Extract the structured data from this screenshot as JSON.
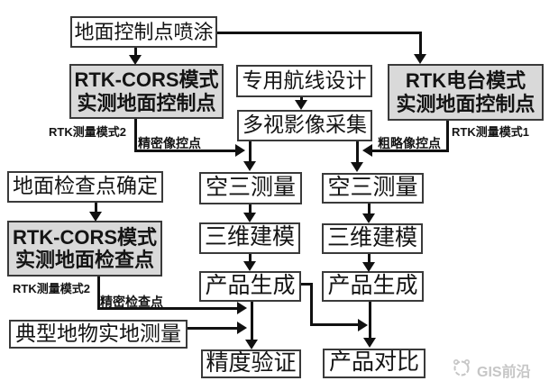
{
  "nodes": {
    "spray": {
      "label": "地面控制点喷涂"
    },
    "cors_ctrl": {
      "line1": "RTK-CORS模式",
      "line2": "实测地面控制点"
    },
    "route_design": {
      "label": "专用航线设计"
    },
    "radio_ctrl": {
      "line1": "RTK电台模式",
      "line2": "实测地面控制点"
    },
    "capture": {
      "label": "多视影像采集"
    },
    "check_det": {
      "label": "地面检查点确定"
    },
    "at_left": {
      "label": "空三测量"
    },
    "at_right": {
      "label": "空三测量"
    },
    "cors_check": {
      "line1": "RTK-CORS模式",
      "line2": "实测地面检查点"
    },
    "model_left": {
      "label": "三维建模"
    },
    "model_right": {
      "label": "三维建模"
    },
    "prod_left": {
      "label": "产品生成"
    },
    "prod_right": {
      "label": "产品生成"
    },
    "field_meas": {
      "label": "典型地物实地测量"
    },
    "accuracy": {
      "label": "精度验证"
    },
    "compare": {
      "label": "产品对比"
    }
  },
  "edge_labels": {
    "mode2_top": "RTK测量模式2",
    "precise_icp": "精密像控点",
    "mode1": "RTK测量模式1",
    "rough_icp": "粗略像控点",
    "mode2_bottom": "RTK测量模式2",
    "precise_chk": "精密检查点"
  },
  "watermark": {
    "label": "GIS前沿"
  },
  "colors": {
    "box_fill": "#d9d9d9",
    "box_border": "#3a3a3a",
    "line": "#111111",
    "text": "#141414",
    "watermark": "#c6c6c6",
    "background": "#ffffff"
  }
}
